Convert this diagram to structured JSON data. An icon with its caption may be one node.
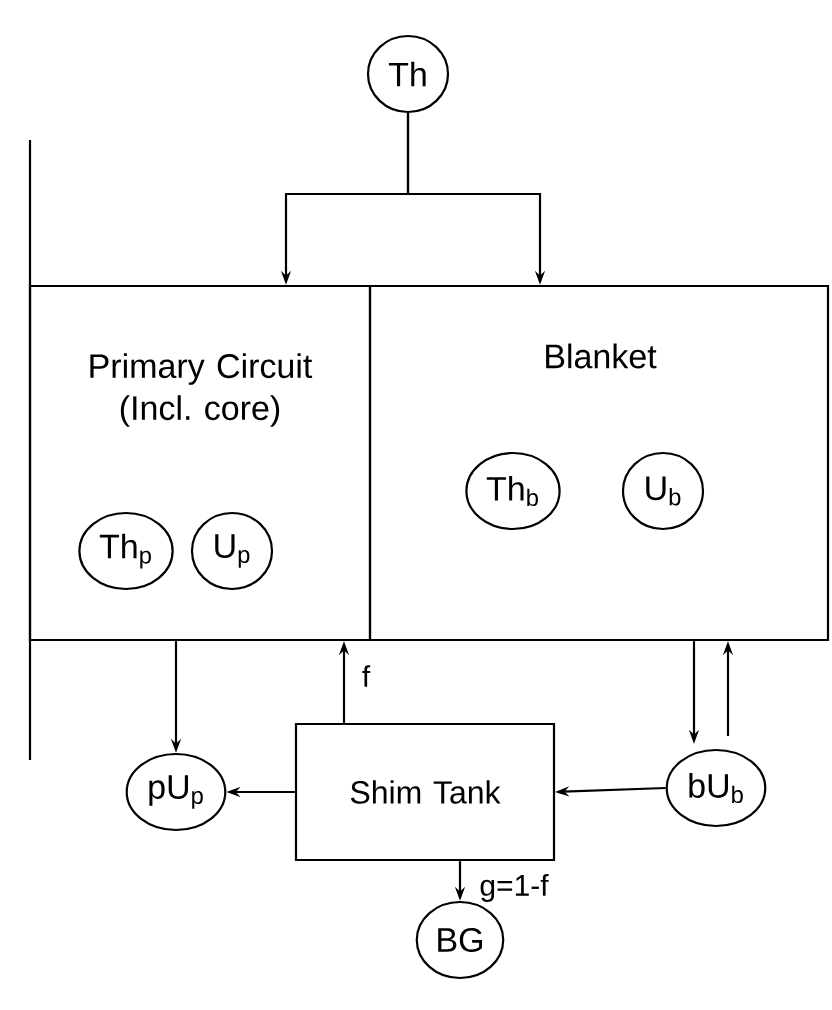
{
  "diagram": {
    "nodes": [
      {
        "text": [
          "Th"
        ]
      },
      {
        "text": [
          "Primary Circuit (Incl. core)"
        ]
      },
      {
        "text": [
          "Th$_{p}$"
        ],
        "in": 1
      },
      {
        "text": [
          "U$_{p}$"
        ],
        "in": 1
      },
      {
        "text": [
          "Blanket"
        ]
      },
      {
        "text": [
          "Th$_{b}$"
        ],
        "in": 4
      },
      {
        "text": [
          "U$_{b}$"
        ],
        "in": 4
      },
      {
        "text": [
          "pU$_{p}$"
        ]
      },
      {
        "text": [
          "Shim Tank"
        ]
      },
      {
        "text": [
          "bU$_{b}$"
        ]
      },
      {
        "text": [
          "BG"
        ]
      }
    ],
    "edges": [
      {
        "from": 0,
        "to": 1,
        "arrow": "to"
      },
      {
        "from": 0,
        "to": 4,
        "arrow": "to"
      },
      {
        "from": 1,
        "to": 7,
        "arrow": "to"
      },
      {
        "from": 8,
        "to": 1,
        "arrow": "to",
        "label": "f"
      },
      {
        "from": 4,
        "to": 9,
        "arrow": "to"
      },
      {
        "from": 9,
        "to": 4,
        "arrow": "to"
      },
      {
        "from": 8,
        "to": 7,
        "arrow": "to"
      },
      {
        "from": 9,
        "to": 8,
        "arrow": "to"
      },
      {
        "from": 8,
        "to": 10,
        "arrow": "to",
        "label": "g=1-f"
      }
    ]
  }
}
